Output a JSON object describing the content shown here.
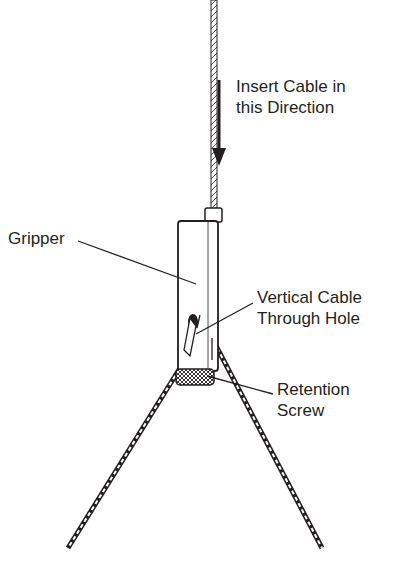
{
  "diagram": {
    "labels": [
      "Insert Cable in this Direction",
      "Gripper",
      "Vertical Cable Through Hole",
      "Retention Screw"
    ]
  }
}
